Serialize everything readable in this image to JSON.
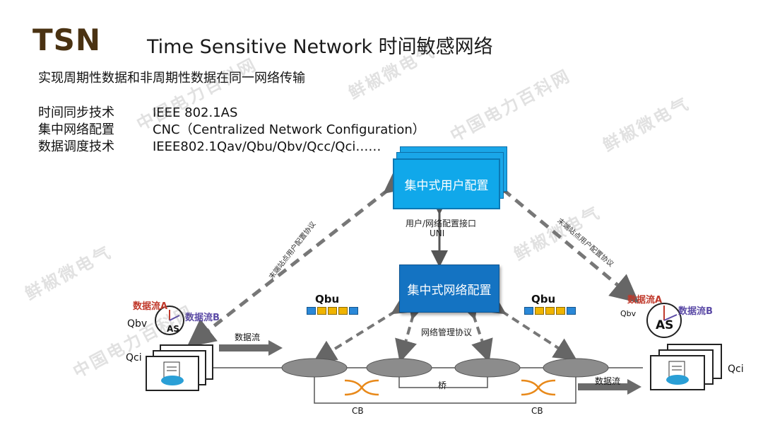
{
  "header": {
    "logo": "TSN",
    "title": "Time Sensitive Network 时间敏感网络",
    "subtitle": "实现周期性数据和非周期性数据在同一网络传输"
  },
  "technologies": [
    {
      "name": "时间同步技术",
      "value": "IEEE 802.1AS"
    },
    {
      "name": "集中网络配置",
      "value": "CNC（Centralized Network Configuration）"
    },
    {
      "name": "数据调度技术",
      "value": "IEEE802.1Qav/Qbu/Qbv/Qcc/Qci……"
    }
  ],
  "diagram": {
    "cuc_label": "集中式用户配置",
    "cnc_label": "集中式网络配置",
    "uni_label": "用户/网络配置接口",
    "uni_abbr": "UNI",
    "left_protocol": "末端站点用户配置协议",
    "right_protocol": "末端站点用户配置协议",
    "net_mgmt": "网络管理协议",
    "qbu_left": "Qbu",
    "qbu_right": "Qbu",
    "bridge": "桥",
    "cb_left": "CB",
    "cb_right": "CB",
    "dataflow_left": "数据流",
    "dataflow_right": "数据流",
    "left_endpoint": {
      "flow_a": "数据流A",
      "flow_b": "数据流B",
      "qbv": "Qbv",
      "as": "AS",
      "qci": "Qci"
    },
    "right_endpoint": {
      "flow_a": "数据流A",
      "flow_b": "数据流B",
      "qbv": "Qbv",
      "as": "AS",
      "qci": "Qci"
    }
  },
  "watermarks": [
    "鲜椒微电气",
    "中国电力百科网",
    "鲜椒微电气",
    "中国电力百科网",
    "鲜椒微电气",
    "中国电力百科网",
    "鲜椒微电气"
  ],
  "colors": {
    "logo": "#4a3212",
    "cuc": "#10a8ea",
    "cnc": "#1473c2",
    "flow_a": "#c0392b",
    "flow_b": "#5b4aa6"
  }
}
